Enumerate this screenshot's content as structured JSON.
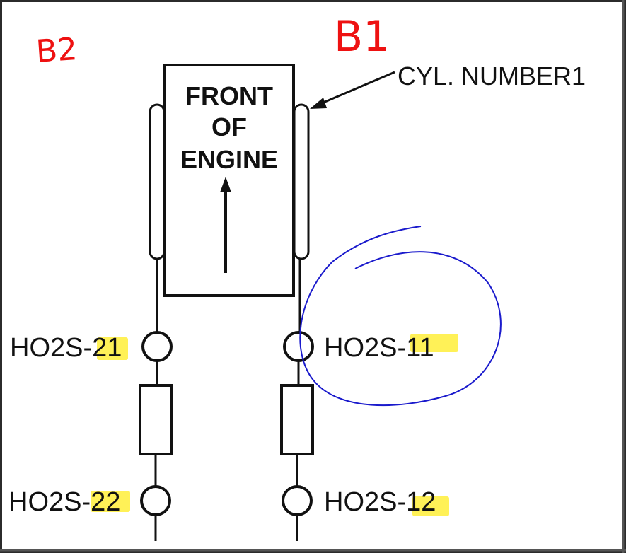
{
  "handwritten": {
    "bank2": "B2",
    "bank1": "B1"
  },
  "engine": {
    "line1": "FRONT",
    "line2": "OF",
    "line3": "ENGINE"
  },
  "callout": {
    "text": "CYL. NUMBER1"
  },
  "sensors": {
    "s21": {
      "prefix": "HO2S",
      "suffix": "-21"
    },
    "s11": {
      "prefix": "HO2S",
      "suffix": "-11"
    },
    "s22": {
      "prefix": "HO2S",
      "suffix": "-22"
    },
    "s12": {
      "prefix": "HO2S",
      "suffix": "-12"
    }
  },
  "colors": {
    "highlight": "#ffee3a",
    "handwriting": "#ee1111",
    "circle_annotation": "#1a1acc"
  }
}
